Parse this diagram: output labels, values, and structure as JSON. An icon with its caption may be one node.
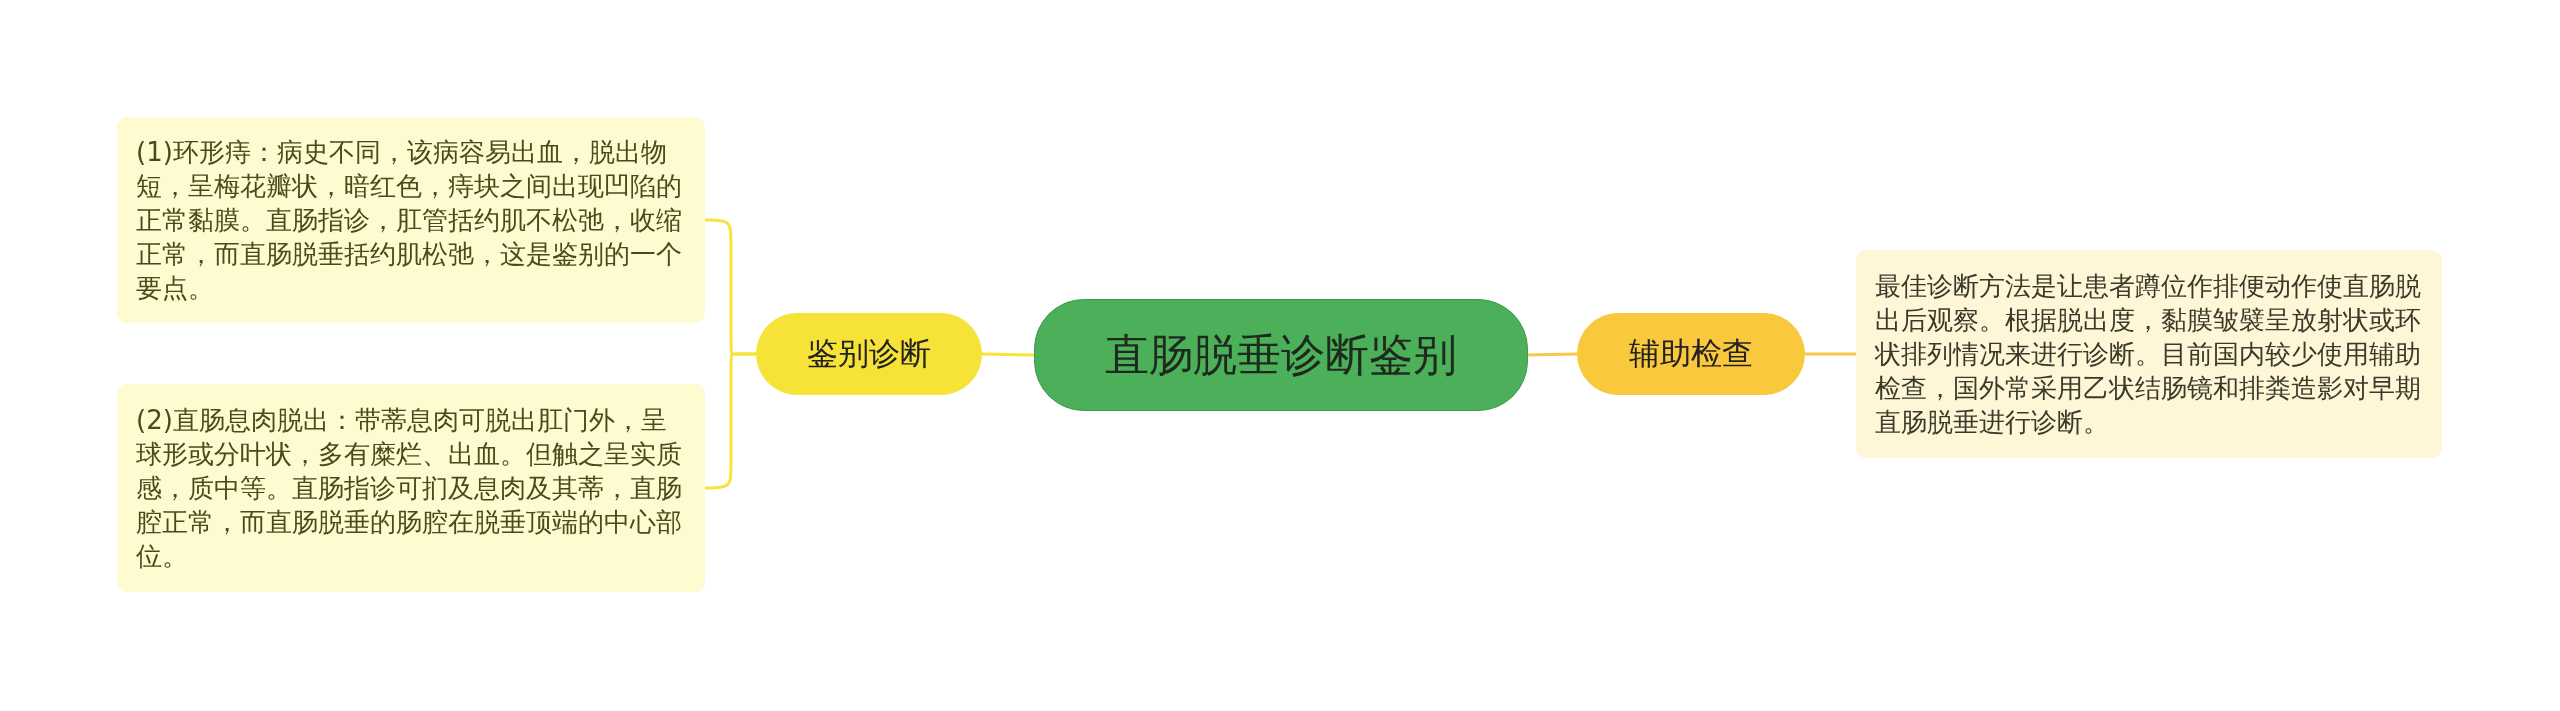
{
  "diagram": {
    "nodes": [
      {
        "text": [
          "直肠脱垂诊断鉴别"
        ]
      },
      {
        "text": [
          "鉴别诊断"
        ]
      },
      {
        "text": [
          "(1)环形痔：病史不同，该病容易出血，脱出物短，呈梅花瓣状，暗红色，痔块之间出现凹陷的正常黏膜。直肠指诊，肛管括约肌不松弛，收缩正常，而直肠脱垂括约肌松弛，这是鉴别的一个要点。"
        ]
      },
      {
        "text": [
          "(2)直肠息肉脱出：带蒂息肉可脱出肛门外，呈球形或分叶状，多有糜烂、出血。但触之呈实质感，质中等。直肠指诊可扪及息肉及其蒂，直肠腔正常，而直肠脱垂的肠腔在脱垂顶端的中心部位。"
        ]
      },
      {
        "text": [
          "辅助检查"
        ]
      },
      {
        "text": [
          "最佳诊断方法是让患者蹲位作排便动作使直肠脱出后观察。根据脱出度，黏膜皱襞呈放射状或环状排列情况来进行诊断。目前国内较少使用辅助检查，国外常采用乙状结肠镜和排粪造影对早期直肠脱垂进行诊断。"
        ]
      }
    ],
    "edges": [
      {
        "from": 0,
        "to": 1,
        "arrow": "none"
      },
      {
        "from": 1,
        "to": 2,
        "arrow": "none"
      },
      {
        "from": 1,
        "to": 3,
        "arrow": "none"
      },
      {
        "from": 0,
        "to": 4,
        "arrow": "none",
        "color": "#f8c84a"
      },
      {
        "from": 4,
        "to": 5,
        "arrow": "none",
        "color": "#f8c84a"
      }
    ]
  }
}
